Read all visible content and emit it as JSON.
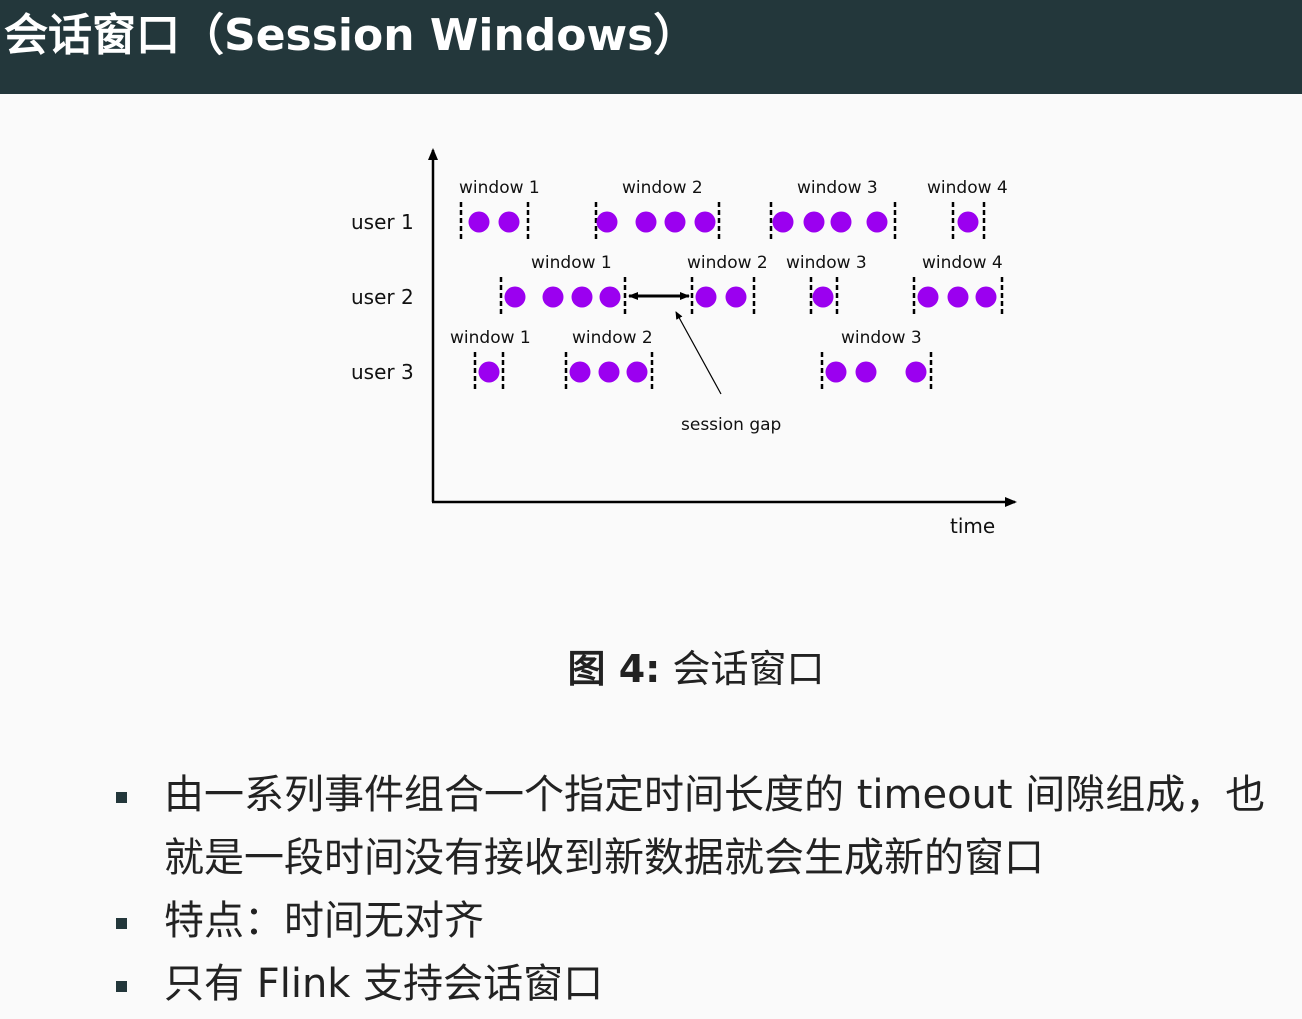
{
  "slide": {
    "title": "会话窗口（Session Windows）"
  },
  "diagram": {
    "x_axis_label": "time",
    "gap_label": "session gap",
    "colors": {
      "event": "#9b00f0",
      "axis": "#000000",
      "header": "#23373b"
    },
    "rows": [
      {
        "label": "user 1",
        "windows": [
          {
            "label": "window 1",
            "events": 2
          },
          {
            "label": "window 2",
            "events": 4
          },
          {
            "label": "window 3",
            "events": 4
          },
          {
            "label": "window 4",
            "events": 1
          }
        ]
      },
      {
        "label": "user 2",
        "windows": [
          {
            "label": "window 1",
            "events": 4
          },
          {
            "label": "window 2",
            "events": 2
          },
          {
            "label": "window 3",
            "events": 1
          },
          {
            "label": "window 4",
            "events": 3
          }
        ]
      },
      {
        "label": "user 3",
        "windows": [
          {
            "label": "window 1",
            "events": 1
          },
          {
            "label": "window 2",
            "events": 3
          },
          {
            "label": "window 3",
            "events": 3
          }
        ]
      }
    ]
  },
  "caption": {
    "figure": "图 4:",
    "text": "会话窗口"
  },
  "bullets": [
    "由一系列事件组合一个指定时间长度的 timeout 间隙组成，也就是一段时间没有接收到新数据就会生成新的窗口",
    "特点：时间无对齐",
    "只有 Flink 支持会话窗口"
  ]
}
